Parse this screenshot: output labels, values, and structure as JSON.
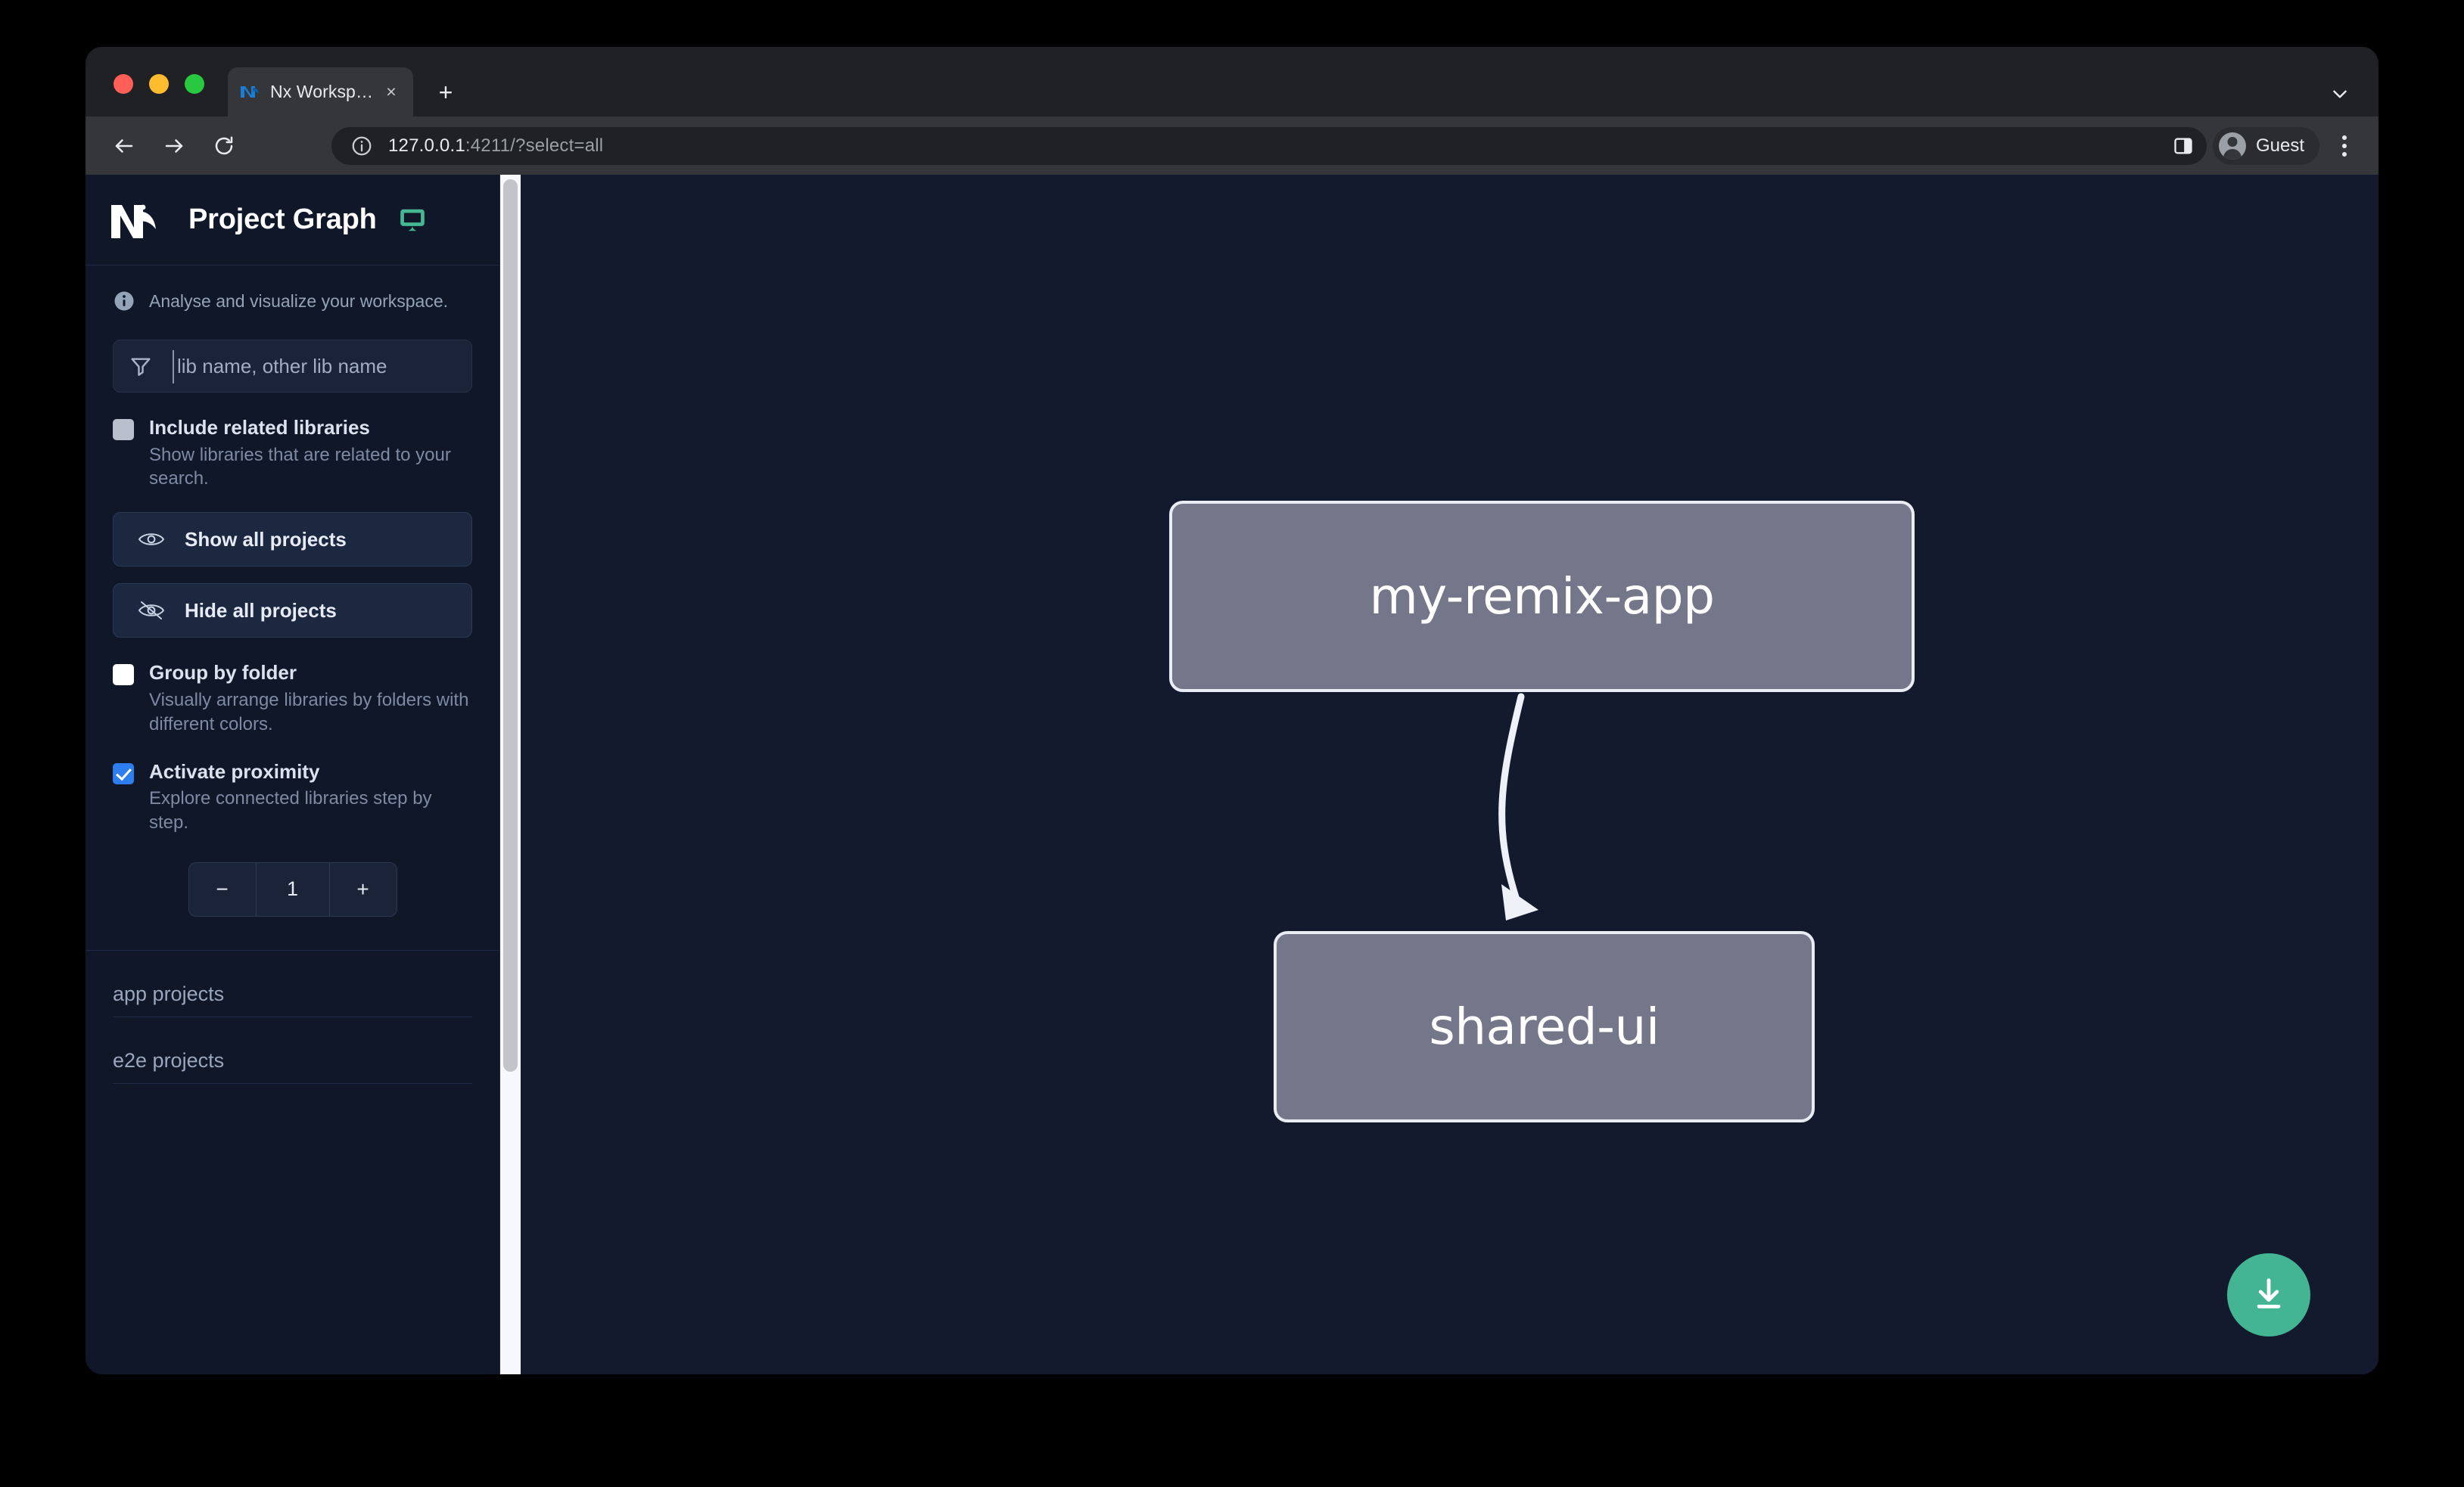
{
  "browser": {
    "tab": {
      "title": "Nx Workspace Project Graph",
      "favicon": "nx-favicon",
      "close_label": "×"
    },
    "new_tab_label": "+",
    "url_host": "127.0.0.1",
    "url_rest": ":4211/?select=all",
    "profile_label": "Guest",
    "icons": {
      "back": "back-arrow-icon",
      "forward": "forward-arrow-icon",
      "reload": "reload-icon",
      "info": "site-info-icon",
      "side_panel": "side-panel-icon",
      "menu": "three-dot-menu-icon",
      "tab_list": "chevron-down-icon"
    }
  },
  "sidebar": {
    "logo": "nx-logo",
    "title": "Project Graph",
    "monitor_icon": "monitor-icon",
    "info_text": "Analyse and visualize your workspace.",
    "search": {
      "placeholder": "lib name, other lib name",
      "value": "",
      "icon": "filter-funnel-icon"
    },
    "options": [
      {
        "id": "include-related-libraries",
        "label": "Include related libraries",
        "description": "Show libraries that are related to your search.",
        "checked": false,
        "style": "gray"
      },
      {
        "id": "group-by-folder",
        "label": "Group by folder",
        "description": "Visually arrange libraries by folders with different colors.",
        "checked": false,
        "style": "white"
      },
      {
        "id": "activate-proximity",
        "label": "Activate proximity",
        "description": "Explore connected libraries step by step.",
        "checked": true,
        "style": "blue"
      }
    ],
    "buttons": [
      {
        "id": "show-all-projects",
        "label": "Show all projects",
        "icon": "eye-icon"
      },
      {
        "id": "hide-all-projects",
        "label": "Hide all projects",
        "icon": "eye-slash-icon"
      }
    ],
    "proximity_stepper": {
      "decrement": "−",
      "value": "1",
      "increment": "+"
    },
    "project_groups": [
      {
        "id": "app-projects",
        "label": "app projects"
      },
      {
        "id": "e2e-projects",
        "label": "e2e projects"
      }
    ]
  },
  "graph": {
    "nodes": [
      {
        "id": "my-remix-app",
        "label": "my-remix-app"
      },
      {
        "id": "shared-ui",
        "label": "shared-ui"
      }
    ],
    "edges": [
      {
        "from": "my-remix-app",
        "to": "shared-ui"
      }
    ],
    "download_button": {
      "icon": "download-icon",
      "color": "#43b593"
    },
    "background_color": "#131a2e",
    "node_fill": "#74778a",
    "node_border": "#e9ecf4"
  }
}
